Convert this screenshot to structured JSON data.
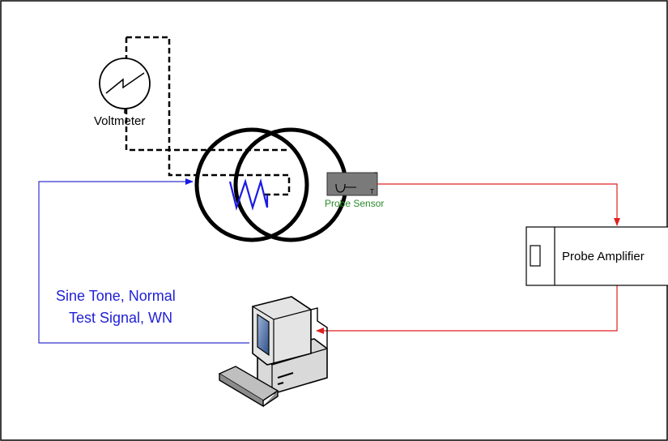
{
  "labels": {
    "voltmeter": "Voltmeter",
    "probe_sensor": "Probe Sensor",
    "probe_sensor_mark": "T",
    "probe_amplifier": "Probe Amplifier",
    "signal_line1": "Sine Tone, Normal",
    "signal_line2": "Test Signal, WN"
  },
  "colors": {
    "frame": "#000000",
    "signal_path": "#3333cc",
    "coil": "#1a1ae6",
    "sensor_path": "#e02020",
    "sensor_label": "#2a8a2a",
    "signal_text": "#1f1fd6",
    "sensor_body": "#7a7a7a"
  },
  "icons": {
    "voltmeter": "voltmeter-icon",
    "transformer": "transformer-icon",
    "sensor": "probe-sensor-icon",
    "amplifier": "probe-amplifier-icon",
    "computer": "computer-icon",
    "keyboard": "keyboard-icon"
  }
}
